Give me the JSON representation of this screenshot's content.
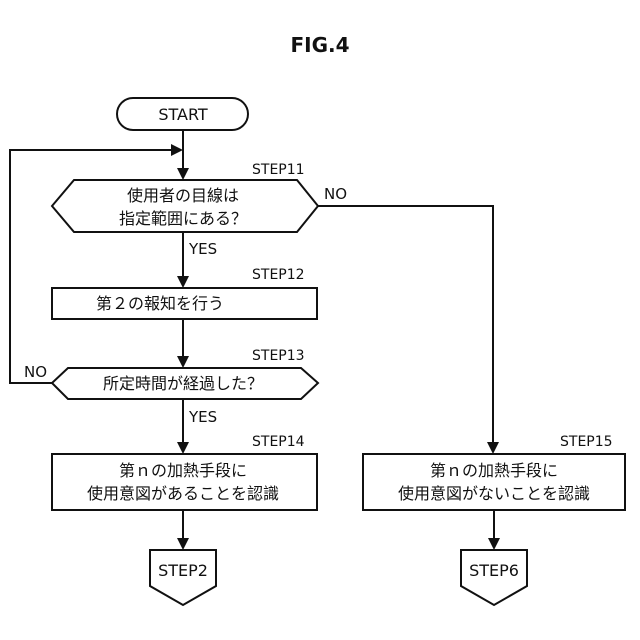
{
  "figure": {
    "title": "FIG.4"
  },
  "start": {
    "label": "START"
  },
  "step11": {
    "id": "STEP11",
    "line1": "使用者の目線は",
    "line2": "指定範囲にある？",
    "yes": "YES",
    "no": "NO"
  },
  "step12": {
    "id": "STEP12",
    "label": "第２の報知を行う"
  },
  "step13": {
    "id": "STEP13",
    "label": "所定時間が経過した？",
    "yes": "YES",
    "no": "NO"
  },
  "step14": {
    "id": "STEP14",
    "line1": "第ｎの加熱手段に",
    "line2": "使用意図があることを認識"
  },
  "step15": {
    "id": "STEP15",
    "line1": "第ｎの加熱手段に",
    "line2": "使用意図がないことを認識"
  },
  "goto_step2": {
    "label": "STEP2"
  },
  "goto_step6": {
    "label": "STEP6"
  }
}
